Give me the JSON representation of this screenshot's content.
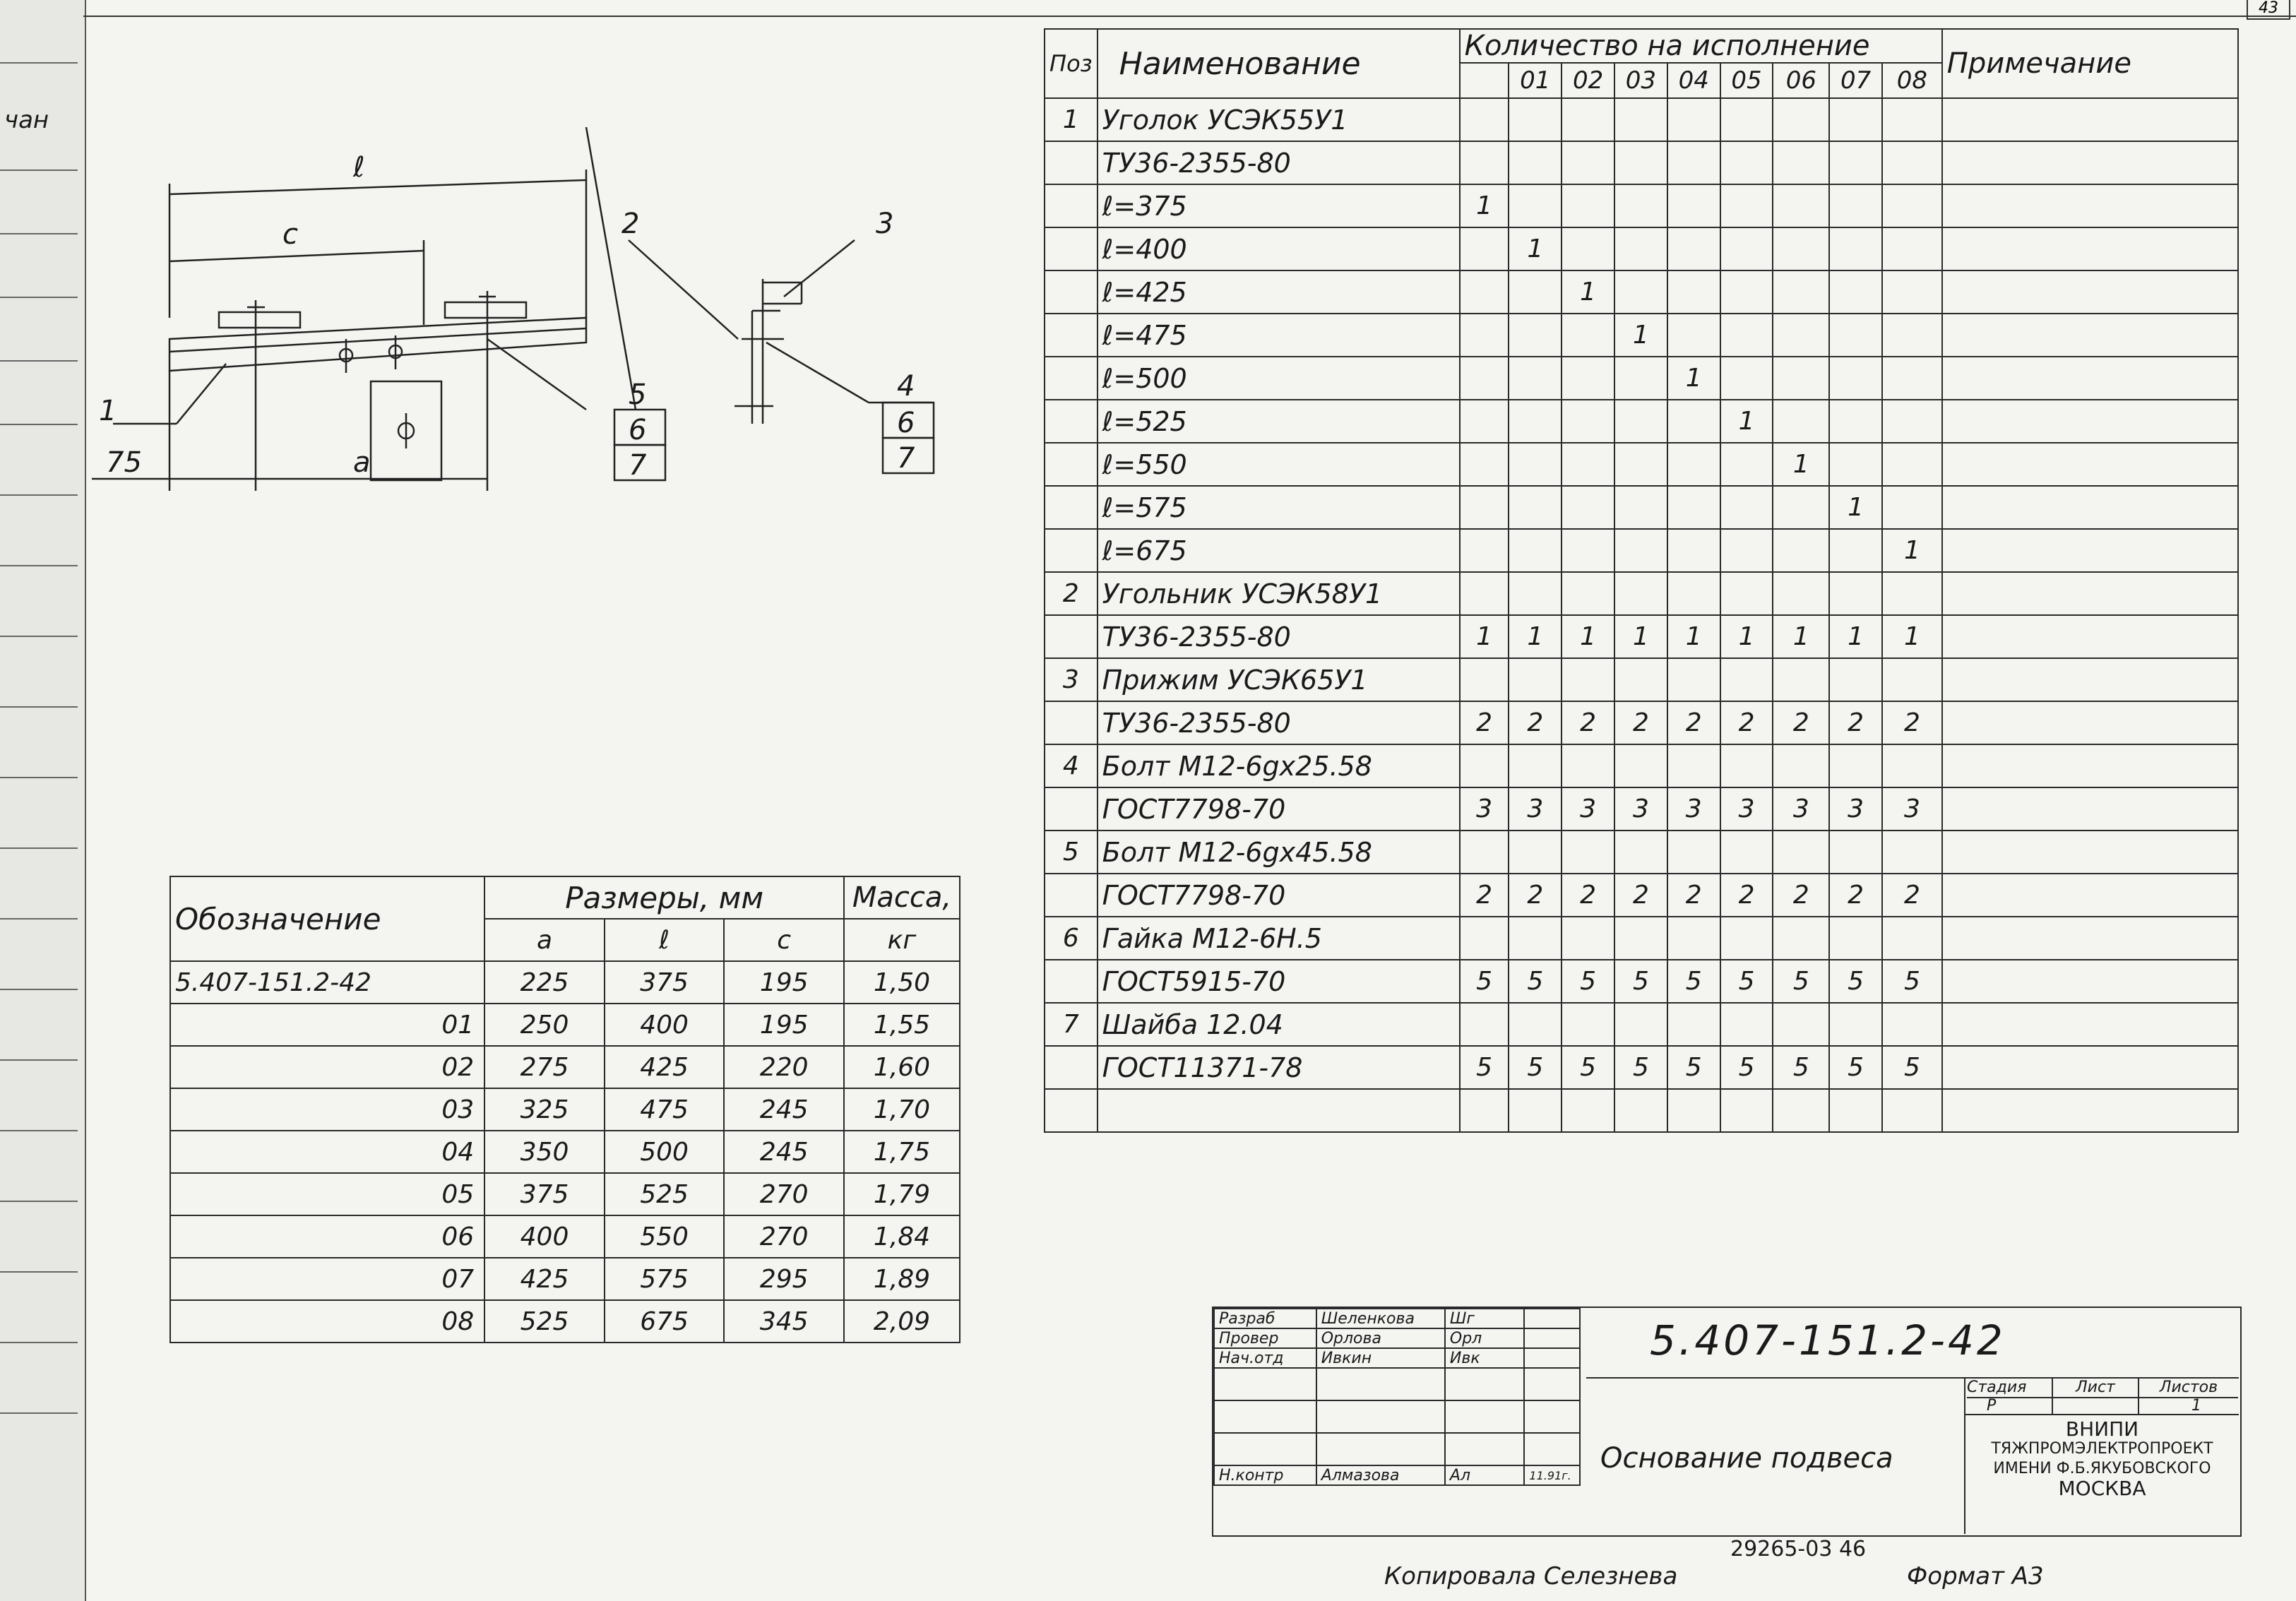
{
  "page_number": "43",
  "drawing": {
    "dim_l": "ℓ",
    "dim_c": "c",
    "dim_a": "a",
    "dim_75": "75",
    "callouts": [
      "1",
      "2",
      "3",
      "4",
      "5",
      "6",
      "7"
    ],
    "side_boxes_left": [
      "5",
      "6",
      "7"
    ],
    "side_boxes_right": [
      "4",
      "6",
      "7"
    ],
    "binder_text": "чан"
  },
  "spec": {
    "header": {
      "pos": "Поз",
      "name": "Наименование",
      "qty": "Количество на исполнение",
      "variants": [
        "",
        "01",
        "02",
        "03",
        "04",
        "05",
        "06",
        "07",
        "08"
      ],
      "note": "Примечание"
    },
    "rows": [
      {
        "pos": "1",
        "name": "Уголок УСЭК55У1",
        "q": [
          "",
          "",
          "",
          "",
          "",
          "",
          "",
          "",
          ""
        ]
      },
      {
        "pos": "",
        "name": "ТУ36-2355-80",
        "q": [
          "",
          "",
          "",
          "",
          "",
          "",
          "",
          "",
          ""
        ]
      },
      {
        "pos": "",
        "name": "ℓ=375",
        "q": [
          "1",
          "",
          "",
          "",
          "",
          "",
          "",
          "",
          ""
        ]
      },
      {
        "pos": "",
        "name": "ℓ=400",
        "q": [
          "",
          "1",
          "",
          "",
          "",
          "",
          "",
          "",
          ""
        ]
      },
      {
        "pos": "",
        "name": "ℓ=425",
        "q": [
          "",
          "",
          "1",
          "",
          "",
          "",
          "",
          "",
          ""
        ]
      },
      {
        "pos": "",
        "name": "ℓ=475",
        "q": [
          "",
          "",
          "",
          "1",
          "",
          "",
          "",
          "",
          ""
        ]
      },
      {
        "pos": "",
        "name": "ℓ=500",
        "q": [
          "",
          "",
          "",
          "",
          "1",
          "",
          "",
          "",
          ""
        ]
      },
      {
        "pos": "",
        "name": "ℓ=525",
        "q": [
          "",
          "",
          "",
          "",
          "",
          "1",
          "",
          "",
          ""
        ]
      },
      {
        "pos": "",
        "name": "ℓ=550",
        "q": [
          "",
          "",
          "",
          "",
          "",
          "",
          "1",
          "",
          ""
        ]
      },
      {
        "pos": "",
        "name": "ℓ=575",
        "q": [
          "",
          "",
          "",
          "",
          "",
          "",
          "",
          "1",
          ""
        ]
      },
      {
        "pos": "",
        "name": "ℓ=675",
        "q": [
          "",
          "",
          "",
          "",
          "",
          "",
          "",
          "",
          "1"
        ]
      },
      {
        "pos": "2",
        "name": "Угольник УСЭК58У1",
        "q": [
          "",
          "",
          "",
          "",
          "",
          "",
          "",
          "",
          ""
        ]
      },
      {
        "pos": "",
        "name": "ТУ36-2355-80",
        "q": [
          "1",
          "1",
          "1",
          "1",
          "1",
          "1",
          "1",
          "1",
          "1"
        ]
      },
      {
        "pos": "3",
        "name": "Прижим УСЭК65У1",
        "q": [
          "",
          "",
          "",
          "",
          "",
          "",
          "",
          "",
          ""
        ]
      },
      {
        "pos": "",
        "name": "ТУ36-2355-80",
        "q": [
          "2",
          "2",
          "2",
          "2",
          "2",
          "2",
          "2",
          "2",
          "2"
        ]
      },
      {
        "pos": "4",
        "name": "Болт М12-6gх25.58",
        "q": [
          "",
          "",
          "",
          "",
          "",
          "",
          "",
          "",
          ""
        ]
      },
      {
        "pos": "",
        "name": "ГОСТ7798-70",
        "q": [
          "3",
          "3",
          "3",
          "3",
          "3",
          "3",
          "3",
          "3",
          "3"
        ]
      },
      {
        "pos": "5",
        "name": "Болт М12-6gх45.58",
        "q": [
          "",
          "",
          "",
          "",
          "",
          "",
          "",
          "",
          ""
        ]
      },
      {
        "pos": "",
        "name": "ГОСТ7798-70",
        "q": [
          "2",
          "2",
          "2",
          "2",
          "2",
          "2",
          "2",
          "2",
          "2"
        ]
      },
      {
        "pos": "6",
        "name": "Гайка М12-6Н.5",
        "q": [
          "",
          "",
          "",
          "",
          "",
          "",
          "",
          "",
          ""
        ]
      },
      {
        "pos": "",
        "name": "ГОСТ5915-70",
        "q": [
          "5",
          "5",
          "5",
          "5",
          "5",
          "5",
          "5",
          "5",
          "5"
        ]
      },
      {
        "pos": "7",
        "name": "Шайба 12.04",
        "q": [
          "",
          "",
          "",
          "",
          "",
          "",
          "",
          "",
          ""
        ]
      },
      {
        "pos": "",
        "name": "ГОСТ11371-78",
        "q": [
          "5",
          "5",
          "5",
          "5",
          "5",
          "5",
          "5",
          "5",
          "5"
        ]
      },
      {
        "pos": "",
        "name": "",
        "q": [
          "",
          "",
          "",
          "",
          "",
          "",
          "",
          "",
          ""
        ]
      }
    ]
  },
  "dims": {
    "h_designation": "Обозначение",
    "h_sizes": "Размеры, мм",
    "h_mass": "Масса,",
    "h_mass_unit": "кг",
    "h_a": "a",
    "h_l": "ℓ",
    "h_c": "c",
    "rows": [
      {
        "des": "5.407-151.2-42",
        "a": "225",
        "l": "375",
        "c": "195",
        "m": "1,50"
      },
      {
        "des": "01",
        "a": "250",
        "l": "400",
        "c": "195",
        "m": "1,55"
      },
      {
        "des": "02",
        "a": "275",
        "l": "425",
        "c": "220",
        "m": "1,60"
      },
      {
        "des": "03",
        "a": "325",
        "l": "475",
        "c": "245",
        "m": "1,70"
      },
      {
        "des": "04",
        "a": "350",
        "l": "500",
        "c": "245",
        "m": "1,75"
      },
      {
        "des": "05",
        "a": "375",
        "l": "525",
        "c": "270",
        "m": "1,79"
      },
      {
        "des": "06",
        "a": "400",
        "l": "550",
        "c": "270",
        "m": "1,84"
      },
      {
        "des": "07",
        "a": "425",
        "l": "575",
        "c": "295",
        "m": "1,89"
      },
      {
        "des": "08",
        "a": "525",
        "l": "675",
        "c": "345",
        "m": "2,09"
      }
    ]
  },
  "title_block": {
    "roles": [
      "Разраб",
      "Провер",
      "Нач.отд",
      "",
      "",
      "",
      "Н.контр"
    ],
    "names": [
      "Шеленкова",
      "Орлова",
      "Ивкин",
      "",
      "",
      "",
      "Алмазова"
    ],
    "signatures": [
      "Шг",
      "Орл",
      "Ивк",
      "",
      "",
      "",
      "Ал"
    ],
    "dates": [
      "",
      "",
      "",
      "",
      "",
      "",
      "11.91г."
    ],
    "code": "5.407-151.2-42",
    "title": "Основание подвеса",
    "stage_label": "Стадия",
    "sheet_label": "Лист",
    "sheets_label": "Листов",
    "stage": "Р",
    "sheets": "1",
    "org_line1": "ВНИПИ",
    "org_line2": "ТЯЖПРОМЭЛЕКТРОПРОЕКТ",
    "org_line3": "ИМЕНИ Ф.Б.ЯКУБОВСКОГО",
    "org_line4": "МОСКВА"
  },
  "footer": {
    "number": "29265-03 46",
    "copied": "Копировала Селезнева",
    "format": "Формат А3"
  }
}
